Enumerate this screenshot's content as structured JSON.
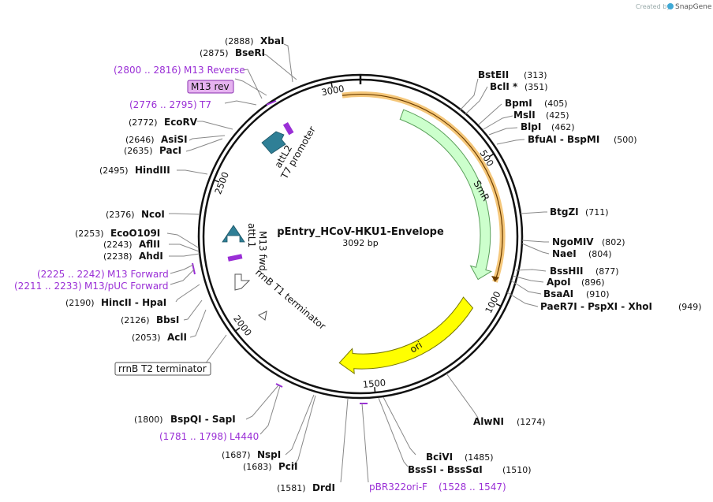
{
  "watermark": {
    "prefix": "Created by",
    "brand": "SnapGene"
  },
  "plasmid": {
    "name": "pEntry_HCoV-HKU1-Envelope",
    "length_label": "3092 bp"
  },
  "ticks": [
    "500",
    "1000",
    "1500",
    "2000",
    "2500",
    "3000"
  ],
  "sites_right": [
    {
      "name": "BstEII",
      "pos": "(313)"
    },
    {
      "name": "BclI *",
      "pos": "(351)"
    },
    {
      "name": "BpmI",
      "pos": "(405)"
    },
    {
      "name": "MslI",
      "pos": "(425)"
    },
    {
      "name": "BlpI",
      "pos": "(462)"
    },
    {
      "name": "BfuAI  -  BspMI",
      "pos": "(500)"
    },
    {
      "name": "BtgZI",
      "pos": "(711)"
    },
    {
      "name": "NgoMIV",
      "pos": "(802)"
    },
    {
      "name": "NaeI",
      "pos": "(804)"
    },
    {
      "name": "BssHII",
      "pos": "(877)"
    },
    {
      "name": "ApoI",
      "pos": "(896)"
    },
    {
      "name": "BsaAI",
      "pos": "(910)"
    },
    {
      "name": "PaeR7I  -  PspXI  -  XhoI",
      "pos": "(949)"
    },
    {
      "name": "AlwNI",
      "pos": "(1274)"
    },
    {
      "name": "BciVI",
      "pos": "(1485)"
    },
    {
      "name": "BssSI  -  BssSαI",
      "pos": "(1510)"
    }
  ],
  "sites_left": [
    {
      "name": "XbaI",
      "pos": "(2888)"
    },
    {
      "name": "BseRI",
      "pos": "(2875)"
    },
    {
      "name": "EcoRV",
      "pos": "(2772)"
    },
    {
      "name": "AsiSI",
      "pos": "(2646)"
    },
    {
      "name": "PacI",
      "pos": "(2635)"
    },
    {
      "name": "HindIII",
      "pos": "(2495)"
    },
    {
      "name": "NcoI",
      "pos": "(2376)"
    },
    {
      "name": "EcoO109I",
      "pos": "(2253)"
    },
    {
      "name": "AflII",
      "pos": "(2243)"
    },
    {
      "name": "AhdI",
      "pos": "(2238)"
    },
    {
      "name": "HincII  -  HpaI",
      "pos": "(2190)"
    },
    {
      "name": "BbsI",
      "pos": "(2126)"
    },
    {
      "name": "AclI",
      "pos": "(2053)"
    },
    {
      "name": "BspQI  -  SapI",
      "pos": "(1800)"
    },
    {
      "name": "NspI",
      "pos": "(1687)"
    },
    {
      "name": "PciI",
      "pos": "(1683)"
    },
    {
      "name": "DrdI",
      "pos": "(1581)"
    }
  ],
  "primers": [
    {
      "name": "M13 Reverse",
      "range": "(2800 .. 2816)"
    },
    {
      "name": "T7",
      "range": "(2776 .. 2795)"
    },
    {
      "name": "M13 Forward",
      "range": "(2225 .. 2242)"
    },
    {
      "name": "M13/pUC Forward",
      "range": "(2211 .. 2233)"
    },
    {
      "name": "L4440",
      "range": "(1781 .. 1798)"
    },
    {
      "name": "pBR322ori-F",
      "range": "(1528 .. 1547)"
    }
  ],
  "boxed_labels": {
    "m13_rev": "M13 rev",
    "rrnb_t2": "rrnB T2 terminator"
  },
  "features": {
    "smr": "SmR",
    "ori": "ori",
    "attl2": "attL2",
    "t7_promoter": "T7 promoter",
    "attl1": "attL1",
    "m13_fwd": "M13 fwd",
    "rrnb_t1": "rrnB T1 terminator"
  },
  "colors": {
    "smr_fill": "#ccffcc",
    "smr_stroke": "#5aa05a",
    "ori_fill": "#ffff00",
    "ori_stroke": "#777700",
    "orf_highlight": "#f5c77a",
    "att_fill": "#2f7f96",
    "primer_purple": "#9a2fd6",
    "boxed_fill": "#e6b3f0"
  }
}
